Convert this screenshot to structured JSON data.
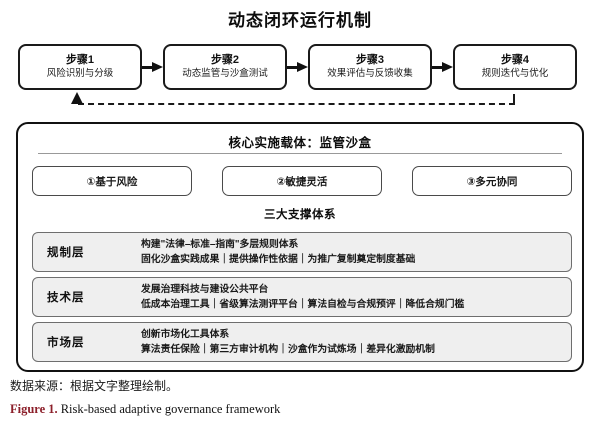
{
  "title": "动态闭环运行机制",
  "flow": {
    "steps": [
      {
        "name": "步骤1",
        "desc": "风险识别与分级"
      },
      {
        "name": "步骤2",
        "desc": "动态监管与沙盒测试"
      },
      {
        "name": "步骤3",
        "desc": "效果评估与反馈收集"
      },
      {
        "name": "步骤4",
        "desc": "规则迭代与优化"
      }
    ],
    "arrow_icon": "arrow-right-icon",
    "feedback_icon": "dashed-feedback-arrow-icon"
  },
  "core": {
    "heading": "核心实施载体：监管沙盒",
    "principles": [
      "①基于风险",
      "②敏捷灵活",
      "③多元协同"
    ],
    "pillars_heading": "三大支撑体系",
    "layers": [
      {
        "label": "规制层",
        "line1": "构建\"法律–标准–指南\"多层规则体系",
        "line2": "固化沙盒实践成果｜提供操作性依据｜为推广复制奠定制度基础"
      },
      {
        "label": "技术层",
        "line1": "发展治理科技与建设公共平台",
        "line2": "低成本治理工具｜省级算法测评平台｜算法自检与合规预评｜降低合规门槛"
      },
      {
        "label": "市场层",
        "line1": "创新市场化工具体系",
        "line2": "算法责任保险｜第三方审计机构｜沙盒作为试炼场｜差异化激励机制"
      }
    ]
  },
  "source_note": "数据来源：根据文字整理绘制。",
  "caption": {
    "label": "Figure 1.",
    "text": "Risk-based adaptive governance framework"
  },
  "colors": {
    "caption_label": "#8c1f2a",
    "box_border": "#1a1a1a",
    "layer_fill": "#efefef",
    "divider": "#999999"
  }
}
